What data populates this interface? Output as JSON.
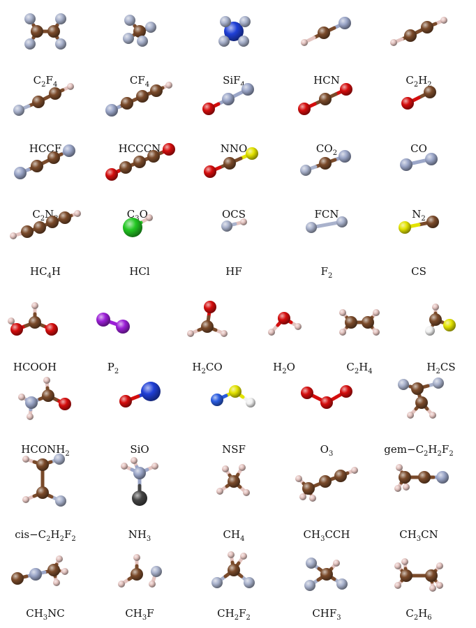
{
  "colors": {
    "C": "#7a4a2a",
    "F": "#a9b2cc",
    "H": "#e4c4c0",
    "Si": "#1f3fd6",
    "N": "#9ba6c8",
    "O": "#d40d0d",
    "S": "#e3e300",
    "Cl": "#22c722",
    "P": "#9b1fd6",
    "Nblue": "#2a5ce0",
    "white": "#f0f0f0",
    "dark": "#444444",
    "bond": "#8a8a8a"
  },
  "molecules": [
    {
      "label": "C_2F_4",
      "atoms": [
        [
          "C",
          -12,
          0
        ],
        [
          "C",
          12,
          0
        ],
        [
          "F",
          -22,
          -18
        ],
        [
          "F",
          -22,
          18
        ],
        [
          "F",
          22,
          -18
        ],
        [
          "F",
          22,
          18
        ]
      ]
    },
    {
      "label": "CF_4",
      "atoms": [
        [
          "C",
          0,
          0
        ],
        [
          "F",
          -14,
          -16
        ],
        [
          "F",
          16,
          -6
        ],
        [
          "F",
          -16,
          10
        ],
        [
          "F",
          4,
          14
        ]
      ]
    },
    {
      "label": "SiF_4",
      "atoms": [
        [
          "Si",
          0,
          0
        ],
        [
          "F",
          -12,
          -14
        ],
        [
          "F",
          16,
          -14
        ],
        [
          "F",
          -14,
          14
        ],
        [
          "F",
          14,
          14
        ]
      ]
    },
    {
      "label": "HCN",
      "atoms": [
        [
          "H",
          -32,
          16
        ],
        [
          "C",
          -4,
          2
        ],
        [
          "N",
          26,
          -12
        ]
      ]
    },
    {
      "label": "C_2H_2",
      "atoms": [
        [
          "H",
          -36,
          16
        ],
        [
          "C",
          -12,
          6
        ],
        [
          "C",
          12,
          -6
        ],
        [
          "H",
          36,
          -16
        ]
      ]
    },
    {
      "label": "HCCF",
      "atoms": [
        [
          "F",
          -38,
          18
        ],
        [
          "C",
          -10,
          6
        ],
        [
          "C",
          14,
          -6
        ],
        [
          "H",
          36,
          -16
        ]
      ]
    },
    {
      "label": "HCCCN",
      "atoms": [
        [
          "N",
          -40,
          18
        ],
        [
          "C",
          -18,
          8
        ],
        [
          "C",
          4,
          -2
        ],
        [
          "C",
          24,
          -10
        ],
        [
          "H",
          42,
          -18
        ]
      ]
    },
    {
      "label": "NNO",
      "atoms": [
        [
          "O",
          -36,
          16
        ],
        [
          "N",
          -8,
          2
        ],
        [
          "N",
          20,
          -12
        ]
      ]
    },
    {
      "label": "CO_2",
      "atoms": [
        [
          "O",
          -32,
          16
        ],
        [
          "C",
          -2,
          2
        ],
        [
          "O",
          28,
          -12
        ]
      ]
    },
    {
      "label": "CO",
      "atoms": [
        [
          "O",
          -16,
          8
        ],
        [
          "C",
          16,
          -8
        ]
      ]
    },
    {
      "label": "C_2N_2",
      "atoms": [
        [
          "N",
          -36,
          16
        ],
        [
          "C",
          -12,
          6
        ],
        [
          "C",
          12,
          -6
        ],
        [
          "N",
          34,
          -16
        ]
      ]
    },
    {
      "label": "C_3O_2",
      "atoms": [
        [
          "O",
          -40,
          18
        ],
        [
          "C",
          -20,
          8
        ],
        [
          "C",
          0,
          0
        ],
        [
          "C",
          20,
          -8
        ],
        [
          "O",
          42,
          -18
        ]
      ]
    },
    {
      "label": "OCS",
      "atoms": [
        [
          "O",
          -34,
          14
        ],
        [
          "C",
          -6,
          2
        ],
        [
          "S",
          26,
          -12
        ]
      ]
    },
    {
      "label": "FCN",
      "atoms": [
        [
          "F",
          -30,
          12
        ],
        [
          "C",
          -2,
          2
        ],
        [
          "N",
          26,
          -8
        ]
      ]
    },
    {
      "label": "N_2",
      "atoms": [
        [
          "N",
          -18,
          4
        ],
        [
          "N",
          18,
          -4
        ]
      ]
    },
    {
      "label": "HC_4H",
      "atoms": [
        [
          "H",
          -46,
          16
        ],
        [
          "C",
          -26,
          10
        ],
        [
          "C",
          -8,
          4
        ],
        [
          "C",
          10,
          -4
        ],
        [
          "C",
          28,
          -10
        ],
        [
          "H",
          46,
          -16
        ]
      ]
    },
    {
      "label": "HCl",
      "atoms": [
        [
          "Cl",
          -10,
          4
        ],
        [
          "H",
          14,
          -10
        ]
      ]
    },
    {
      "label": "HF",
      "atoms": [
        [
          "F",
          -10,
          2
        ],
        [
          "H",
          14,
          -4
        ]
      ]
    },
    {
      "label": "F_2",
      "atoms": [
        [
          "F",
          -22,
          4
        ],
        [
          "F",
          22,
          -4
        ]
      ]
    },
    {
      "label": "CS",
      "atoms": [
        [
          "S",
          -20,
          4
        ],
        [
          "C",
          20,
          -4
        ]
      ]
    },
    {
      "label": "HCOOH",
      "atoms": [
        [
          "C",
          0,
          0
        ],
        [
          "H",
          0,
          -24
        ],
        [
          "O",
          -26,
          10
        ],
        [
          "O",
          24,
          10
        ],
        [
          "H",
          -34,
          -2
        ]
      ]
    },
    {
      "label": "P_2",
      "atoms": [
        [
          "P",
          -14,
          -4
        ],
        [
          "P",
          14,
          6
        ]
      ]
    },
    {
      "label": "H_2CO",
      "atoms": [
        [
          "C",
          0,
          6
        ],
        [
          "O",
          4,
          -22
        ],
        [
          "H",
          -24,
          16
        ],
        [
          "H",
          24,
          16
        ]
      ]
    },
    {
      "label": "H_2O",
      "atoms": [
        [
          "O",
          0,
          -6
        ],
        [
          "H",
          -18,
          14
        ],
        [
          "H",
          20,
          6
        ]
      ]
    },
    {
      "label": "C_2H_4",
      "atoms": [
        [
          "C",
          -12,
          0
        ],
        [
          "C",
          12,
          0
        ],
        [
          "H",
          -24,
          -14
        ],
        [
          "H",
          -24,
          14
        ],
        [
          "H",
          24,
          -14
        ],
        [
          "H",
          24,
          14
        ]
      ]
    },
    {
      "label": "H_2CS",
      "atoms": [
        [
          "C",
          -8,
          -4
        ],
        [
          "S",
          12,
          4
        ],
        [
          "H",
          -8,
          -22
        ],
        [
          "white",
          -16,
          12
        ]
      ]
    },
    {
      "label": "HCONH_2",
      "atoms": [
        [
          "C",
          4,
          0
        ],
        [
          "H",
          2,
          -22
        ],
        [
          "O",
          28,
          12
        ],
        [
          "N",
          -20,
          10
        ],
        [
          "H",
          -34,
          2
        ],
        [
          "H",
          -22,
          30
        ]
      ]
    },
    {
      "label": "SiO",
      "atoms": [
        [
          "O",
          -20,
          8
        ],
        [
          "Si",
          16,
          -6
        ]
      ]
    },
    {
      "label": "NSF",
      "atoms": [
        [
          "Nblue",
          -24,
          6
        ],
        [
          "S",
          2,
          -6
        ],
        [
          "white",
          24,
          10
        ]
      ]
    },
    {
      "label": "O_3",
      "atoms": [
        [
          "O",
          -28,
          -4
        ],
        [
          "O",
          0,
          10
        ],
        [
          "O",
          28,
          -6
        ]
      ]
    },
    {
      "label": "gem-C_2H_2F_2",
      "atoms": [
        [
          "C",
          -2,
          -10
        ],
        [
          "C",
          4,
          10
        ],
        [
          "F",
          -22,
          -16
        ],
        [
          "F",
          28,
          -18
        ],
        [
          "H",
          -12,
          28
        ],
        [
          "H",
          20,
          28
        ]
      ]
    },
    {
      "label": "cis-C_2H_2F_2",
      "atoms": [
        [
          "C",
          -4,
          -24
        ],
        [
          "C",
          -4,
          16
        ],
        [
          "F",
          20,
          -32
        ],
        [
          "F",
          22,
          28
        ],
        [
          "H",
          -28,
          -32
        ],
        [
          "H",
          -28,
          26
        ]
      ]
    },
    {
      "label": "NH_3",
      "atoms": [
        [
          "dark",
          0,
          24
        ],
        [
          "N",
          0,
          -12
        ],
        [
          "H",
          -22,
          -22
        ],
        [
          "H",
          22,
          -22
        ],
        [
          "H",
          -8,
          -30
        ]
      ]
    },
    {
      "label": "CH_4",
      "atoms": [
        [
          "C",
          0,
          0
        ],
        [
          "H",
          -12,
          -18
        ],
        [
          "H",
          12,
          -20
        ],
        [
          "H",
          -20,
          14
        ],
        [
          "H",
          18,
          16
        ]
      ]
    },
    {
      "label": "CH_3CCH",
      "atoms": [
        [
          "C",
          -26,
          10
        ],
        [
          "C",
          -2,
          0
        ],
        [
          "C",
          20,
          -8
        ],
        [
          "H",
          40,
          -16
        ],
        [
          "H",
          -40,
          -4
        ],
        [
          "H",
          -34,
          22
        ],
        [
          "H",
          -20,
          24
        ]
      ]
    },
    {
      "label": "CH_3CN",
      "atoms": [
        [
          "C",
          -20,
          -6
        ],
        [
          "C",
          8,
          -6
        ],
        [
          "N",
          34,
          -6
        ],
        [
          "H",
          -28,
          -20
        ],
        [
          "H",
          -30,
          10
        ],
        [
          "H",
          -18,
          8
        ]
      ]
    },
    {
      "label": "CH_3NC",
      "atoms": [
        [
          "C",
          -40,
          6
        ],
        [
          "N",
          -14,
          0
        ],
        [
          "C",
          12,
          -6
        ],
        [
          "H",
          20,
          -22
        ],
        [
          "H",
          28,
          -4
        ],
        [
          "H",
          16,
          12
        ]
      ]
    },
    {
      "label": "CH_3F",
      "atoms": [
        [
          "C",
          -4,
          0
        ],
        [
          "H",
          -4,
          -24
        ],
        [
          "H",
          -26,
          14
        ],
        [
          "H",
          18,
          14
        ],
        [
          "F",
          24,
          -4
        ]
      ]
    },
    {
      "label": "CH_2F_2",
      "atoms": [
        [
          "C",
          0,
          -6
        ],
        [
          "H",
          -4,
          -28
        ],
        [
          "H",
          14,
          -26
        ],
        [
          "F",
          -24,
          12
        ],
        [
          "F",
          22,
          12
        ]
      ]
    },
    {
      "label": "CHF_3",
      "atoms": [
        [
          "C",
          0,
          0
        ],
        [
          "F",
          -22,
          -16
        ],
        [
          "H",
          14,
          -16
        ],
        [
          "F",
          -24,
          16
        ],
        [
          "F",
          22,
          14
        ]
      ]
    },
    {
      "label": "C_2H_6",
      "atoms": [
        [
          "C",
          -18,
          2
        ],
        [
          "C",
          18,
          2
        ],
        [
          "H",
          -30,
          -12
        ],
        [
          "H",
          -30,
          16
        ],
        [
          "H",
          -20,
          -18
        ],
        [
          "H",
          30,
          -12
        ],
        [
          "H",
          30,
          16
        ],
        [
          "H",
          20,
          20
        ]
      ]
    }
  ]
}
